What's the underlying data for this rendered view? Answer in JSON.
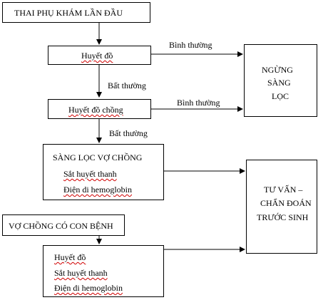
{
  "start": {
    "label": "THAI PHỤ KHÁM LẦN ĐẦU"
  },
  "blood_test": {
    "label": "Huyết đồ"
  },
  "spouse_blood_test": {
    "label": "Huyết đồ chồng"
  },
  "couple_screening": {
    "title": "SÀNG LỌC VỢ CHỒNG",
    "items": [
      "Sắt huyết thanh",
      "Điện di hemoglobin"
    ]
  },
  "stop": {
    "lines": [
      "NGỪNG",
      "SÀNG",
      "LỌC"
    ]
  },
  "counsel": {
    "lines": [
      "TƯ VẤN –",
      "CHẨN ĐOÁN",
      "TRƯỚC SINH"
    ]
  },
  "couple_with_child": {
    "label": "VỢ CHỒNG CÓ CON BỆNH"
  },
  "couple_with_child_tests": {
    "items": [
      "Huyết đồ",
      "Sắt huyết thanh",
      "Điện di hemoglobin"
    ]
  },
  "edge_labels": {
    "normal_1": "Bình thường",
    "normal_2": "Bình thường",
    "abnormal_1": "Bất thường",
    "abnormal_2": "Bất thường"
  }
}
